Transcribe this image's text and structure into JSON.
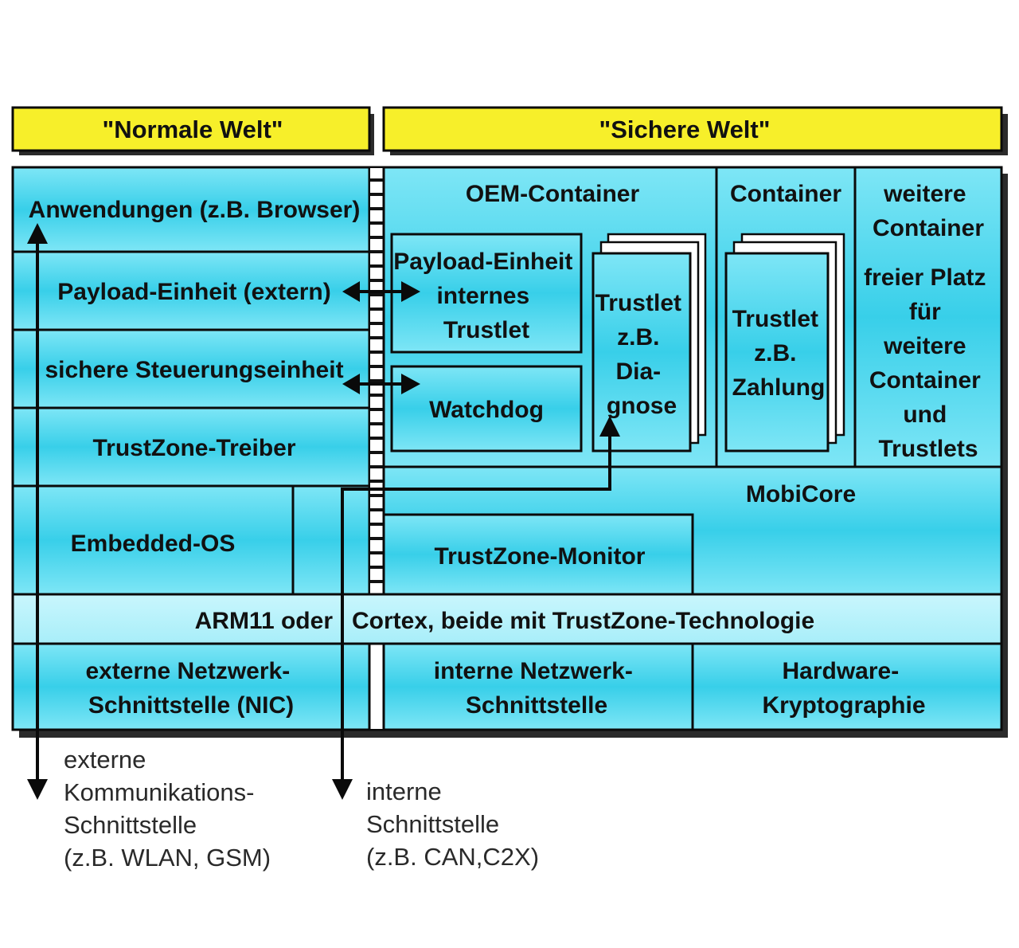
{
  "colors": {
    "header_fill": "#f7ef2a",
    "panel_fill": "#42d3ec",
    "light_fill": "#bff4fc",
    "stroke": "#0a0a0a"
  },
  "headers": {
    "normal_world": "\"Normale Welt\"",
    "secure_world": "\"Sichere Welt\""
  },
  "normal_world": {
    "applications": "Anwendungen (z.B. Browser)",
    "payload_external": "Payload-Einheit (extern)",
    "secure_control": "sichere Steuerungseinheit",
    "trustzone_driver": "TrustZone-Treiber",
    "embedded_os": "Embedded-OS"
  },
  "secure_world": {
    "oem_container": "OEM-Container",
    "payload_internal": [
      "Payload-Einheit",
      "internes",
      "Trustlet"
    ],
    "watchdog": "Watchdog",
    "trustlet_diag": [
      "Trustlet",
      "z.B.",
      "Dia-",
      "gnose"
    ],
    "container": "Container",
    "trustlet_pay": [
      "Trustlet",
      "z.B.",
      "Zahlung"
    ],
    "more_containers": [
      "weitere",
      "Container"
    ],
    "free_space": [
      "freier Platz",
      "für",
      "weitere",
      "Container",
      "und",
      "Trustlets"
    ],
    "mobicore": "MobiCore",
    "trustzone_monitor": "TrustZone-Monitor"
  },
  "cpu_bar": {
    "left": "ARM11 oder",
    "right": "Cortex, beide mit TrustZone-Technologie"
  },
  "bottom_row": {
    "nic": [
      "externe Netzwerk-",
      "Schnittstelle (NIC)"
    ],
    "internal_net": [
      "interne Netzwerk-",
      "Schnittstelle"
    ],
    "hw_crypto": [
      "Hardware-",
      "Kryptographie"
    ]
  },
  "external_labels": {
    "external_comm": [
      "externe",
      "Kommunikations-",
      "Schnittstelle",
      "(z.B. WLAN, GSM)"
    ],
    "internal_if": [
      "interne",
      "Schnittstelle",
      "(z.B. CAN,C2X)"
    ]
  }
}
